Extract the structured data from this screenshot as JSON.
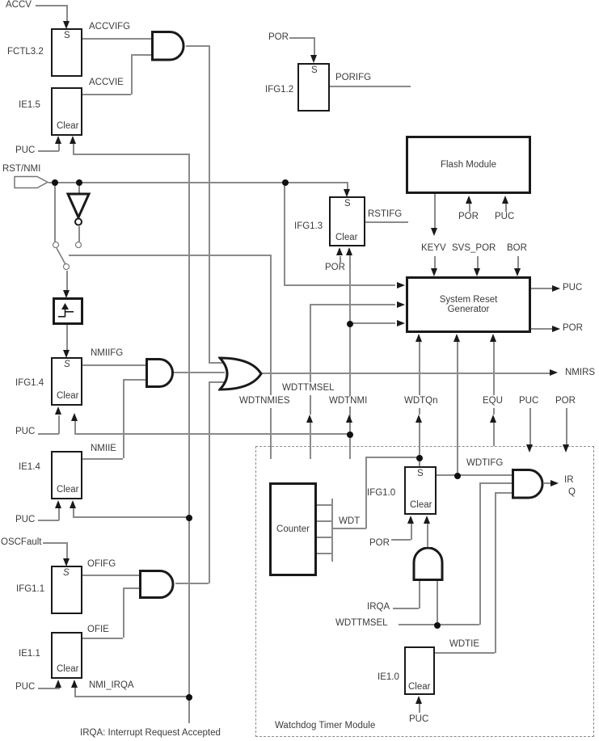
{
  "title": "Watchdog / NMI / Reset interrupt logic diagram",
  "colors": {
    "wire": "#8a8a8a",
    "outline": "#1a1a1a",
    "text": "#3b3b3b"
  },
  "labels": {
    "accv": "ACCV",
    "fctl32": "FCTL3.2",
    "s": "S",
    "clear": "Clear",
    "accvifg": "ACCVIFG",
    "accvie": "ACCVIE",
    "ie15": "IE1.5",
    "puc": "PUC",
    "por": "POR",
    "rst_nmi": "RST/NMI",
    "ifg12": "IFG1.2",
    "porifg": "PORIFG",
    "ifg13": "IFG1.3",
    "rstifg": "RSTIFG",
    "flash_module": "Flash Module",
    "keyv": "KEYV",
    "svs_por": "SVS_POR",
    "bor": "BOR",
    "srg_line1": "System Reset",
    "srg_line2": "Generator",
    "nmirs": "NMIRS",
    "nmiifg": "NMIIFG",
    "ifg14": "IFG1.4",
    "nmiie": "NMIIE",
    "ie14": "IE1.4",
    "wdttmsel": "WDTTMSEL",
    "wdtnmies": "WDTNMIES",
    "wdtnmi": "WDTNMI",
    "wdtqn": "WDTQn",
    "equ": "EQU",
    "oscfault": "OSCFault",
    "ifg11": "IFG1.1",
    "ofifg": "OFIFG",
    "ofie": "OFIE",
    "ie11": "IE1.1",
    "nmi_irqa": "NMI_IRQA",
    "counter": "Counter",
    "wdt": "WDT",
    "ifg10": "IFG1.0",
    "irqa": "IRQA",
    "wdtifg": "WDTIFG",
    "ir": "IR",
    "q": "Q",
    "wdtie": "WDTIE",
    "ie10": "IE1.0",
    "watchdog_module": "Watchdog Timer Module",
    "footnote": "IRQA: Interrupt Request Accepted"
  }
}
